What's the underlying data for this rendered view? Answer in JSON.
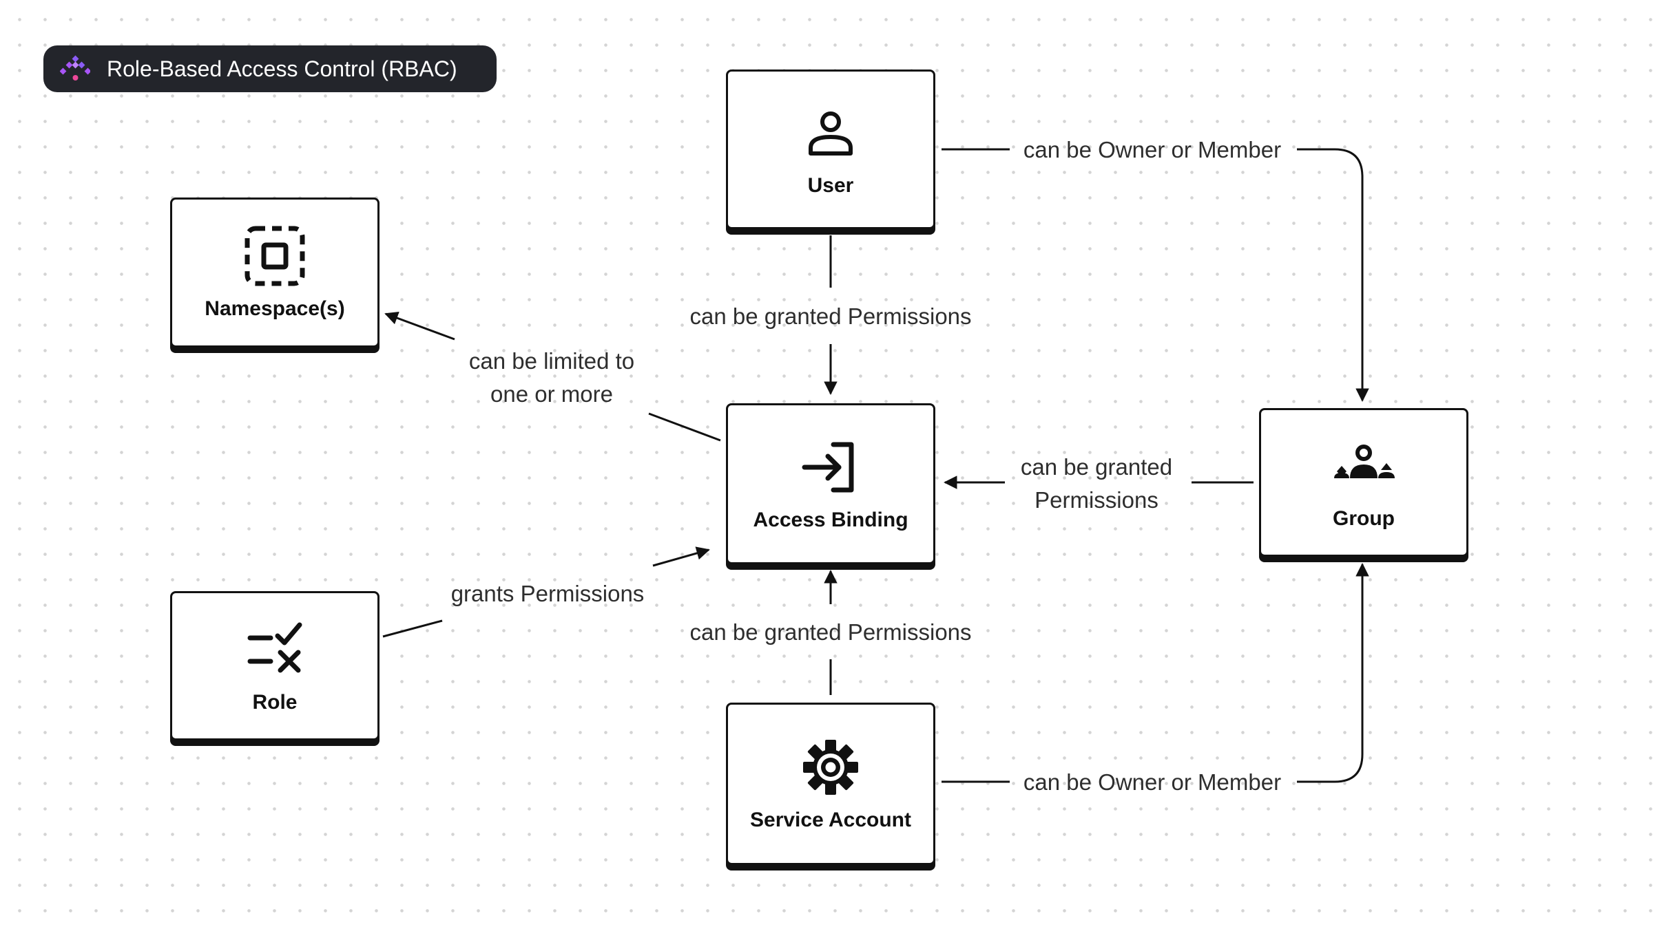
{
  "header": {
    "title": "Role-Based Access Control (RBAC)",
    "logo_colors": [
      "#8b5cf6",
      "#a855f7",
      "#ec4899"
    ]
  },
  "nodes": {
    "user": {
      "label": "User",
      "icon": "user-icon"
    },
    "namespace": {
      "label": "Namespace(s)",
      "icon": "namespace-select-icon"
    },
    "access_binding": {
      "label": "Access Binding",
      "icon": "login-arrow-icon"
    },
    "group": {
      "label": "Group",
      "icon": "group-icon"
    },
    "role": {
      "label": "Role",
      "icon": "checklist-icon"
    },
    "service_account": {
      "label": "Service Account",
      "icon": "gear-icon"
    }
  },
  "edges": {
    "user_to_group": "can be Owner or Member",
    "user_to_binding": "can be granted Permissions",
    "binding_to_namespace": {
      "line1": "can be limited to",
      "line2": "one or more"
    },
    "group_to_binding": {
      "line1": "can be granted",
      "line2": "Permissions"
    },
    "role_to_binding": "grants Permissions",
    "service_to_binding": "can be granted Permissions",
    "service_to_group": "can be Owner or Member"
  },
  "colors": {
    "ink": "#111111",
    "badge_bg": "#23252b",
    "text": "#2e2e2e"
  }
}
